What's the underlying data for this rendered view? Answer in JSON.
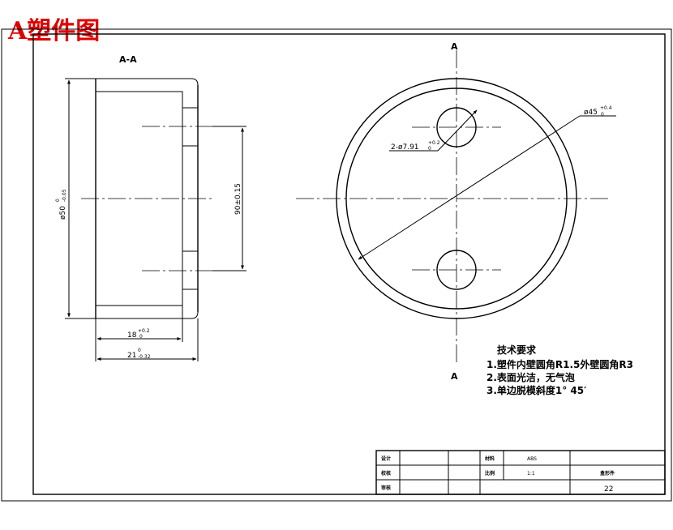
{
  "header": {
    "title": "A塑件图"
  },
  "section": {
    "label": "A-A"
  },
  "dims": {
    "outer_dia": "ø50",
    "outer_dia_upper": "0",
    "outer_dia_lower": "-0.05",
    "hole_spacing": "90±0.15",
    "inner_depth": "18",
    "inner_depth_upper": "+0.2",
    "inner_depth_lower": "0",
    "total_length": "21",
    "total_length_upper": "0",
    "total_length_lower": "-0.32",
    "inner_dia": "ø45",
    "inner_dia_upper": "+0.4",
    "inner_dia_lower": "0",
    "holes": "2-ø7.91",
    "holes_upper": "+0.2",
    "holes_lower": "0"
  },
  "cut_marks": {
    "top": "A",
    "bottom": "A"
  },
  "notes": {
    "heading": "技术要求",
    "items": [
      "1.塑件内壁圆角R1.5外壁圆角R3",
      "2.表面光洁，无气泡",
      "3.单边脱模斜度1° 45′"
    ]
  },
  "title_block": {
    "design_label": "设计",
    "check_label": "校核",
    "review_label": "审核",
    "material_label": "材料",
    "material_value": "ABS",
    "scale_label": "比例",
    "scale_value": "1:1",
    "part_name": "盒形件",
    "drawing_no": "22"
  }
}
